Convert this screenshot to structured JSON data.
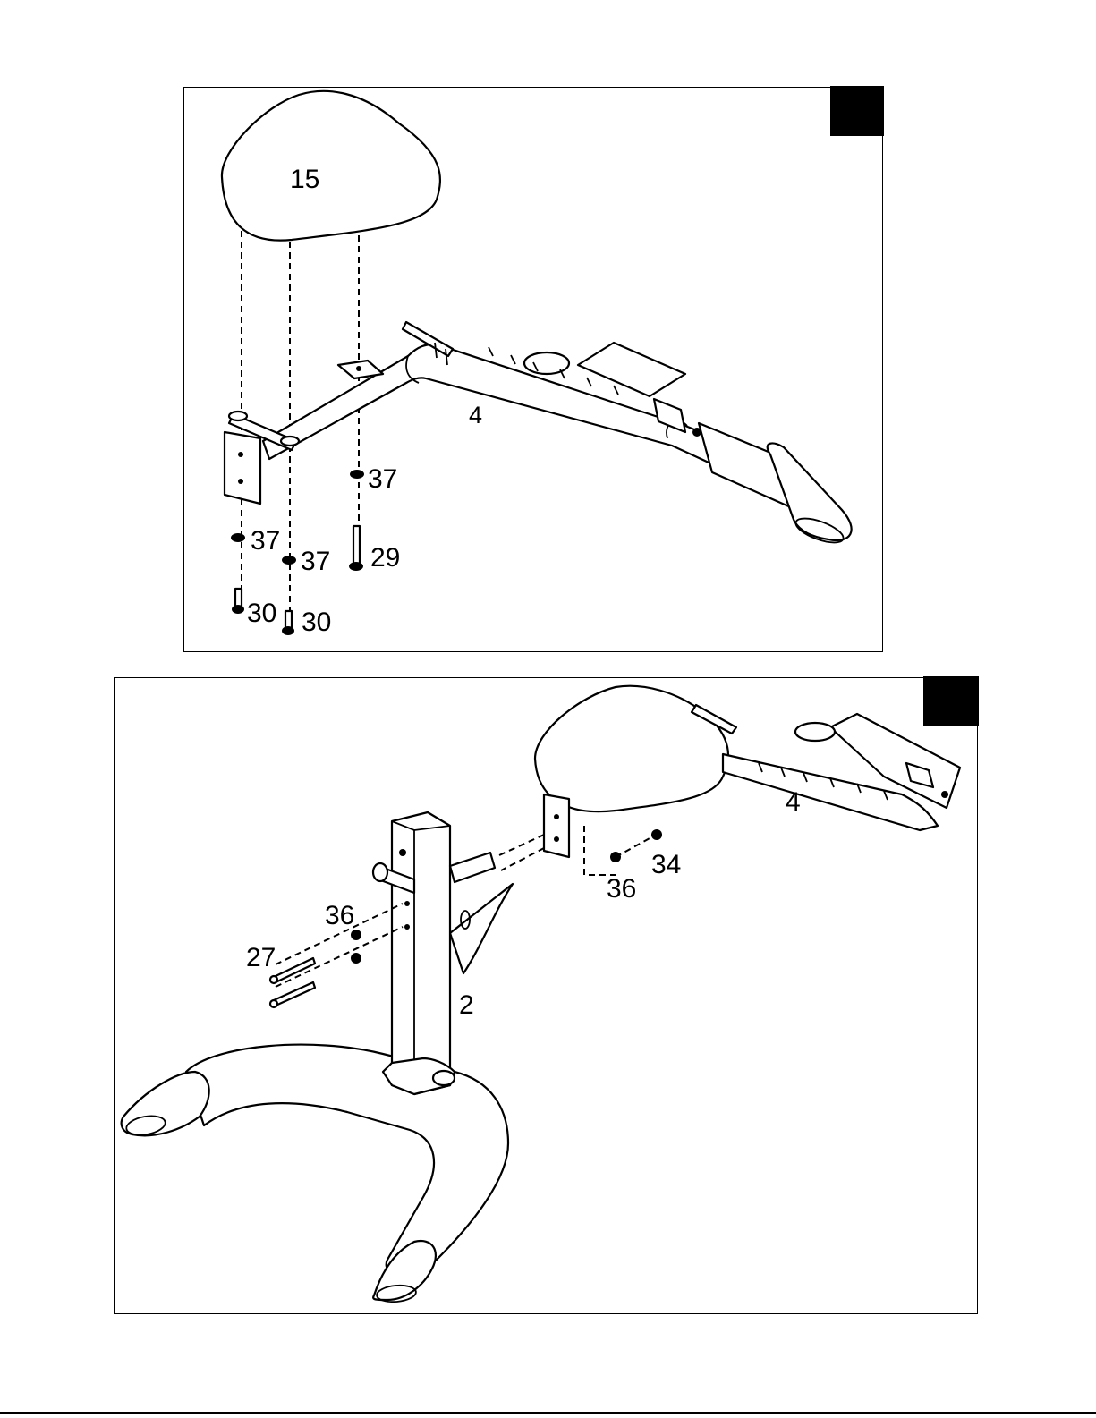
{
  "step1": {
    "labels": {
      "seat": "15",
      "arm": "4",
      "washer_a": "37",
      "washer_b": "37",
      "washer_c": "37",
      "bolt_long": "29",
      "bolt_a": "30",
      "bolt_b": "30"
    }
  },
  "step2": {
    "labels": {
      "arm": "4",
      "post": "2",
      "bolt": "27",
      "washer_left": "36",
      "washer_right": "36",
      "nut": "34"
    }
  }
}
